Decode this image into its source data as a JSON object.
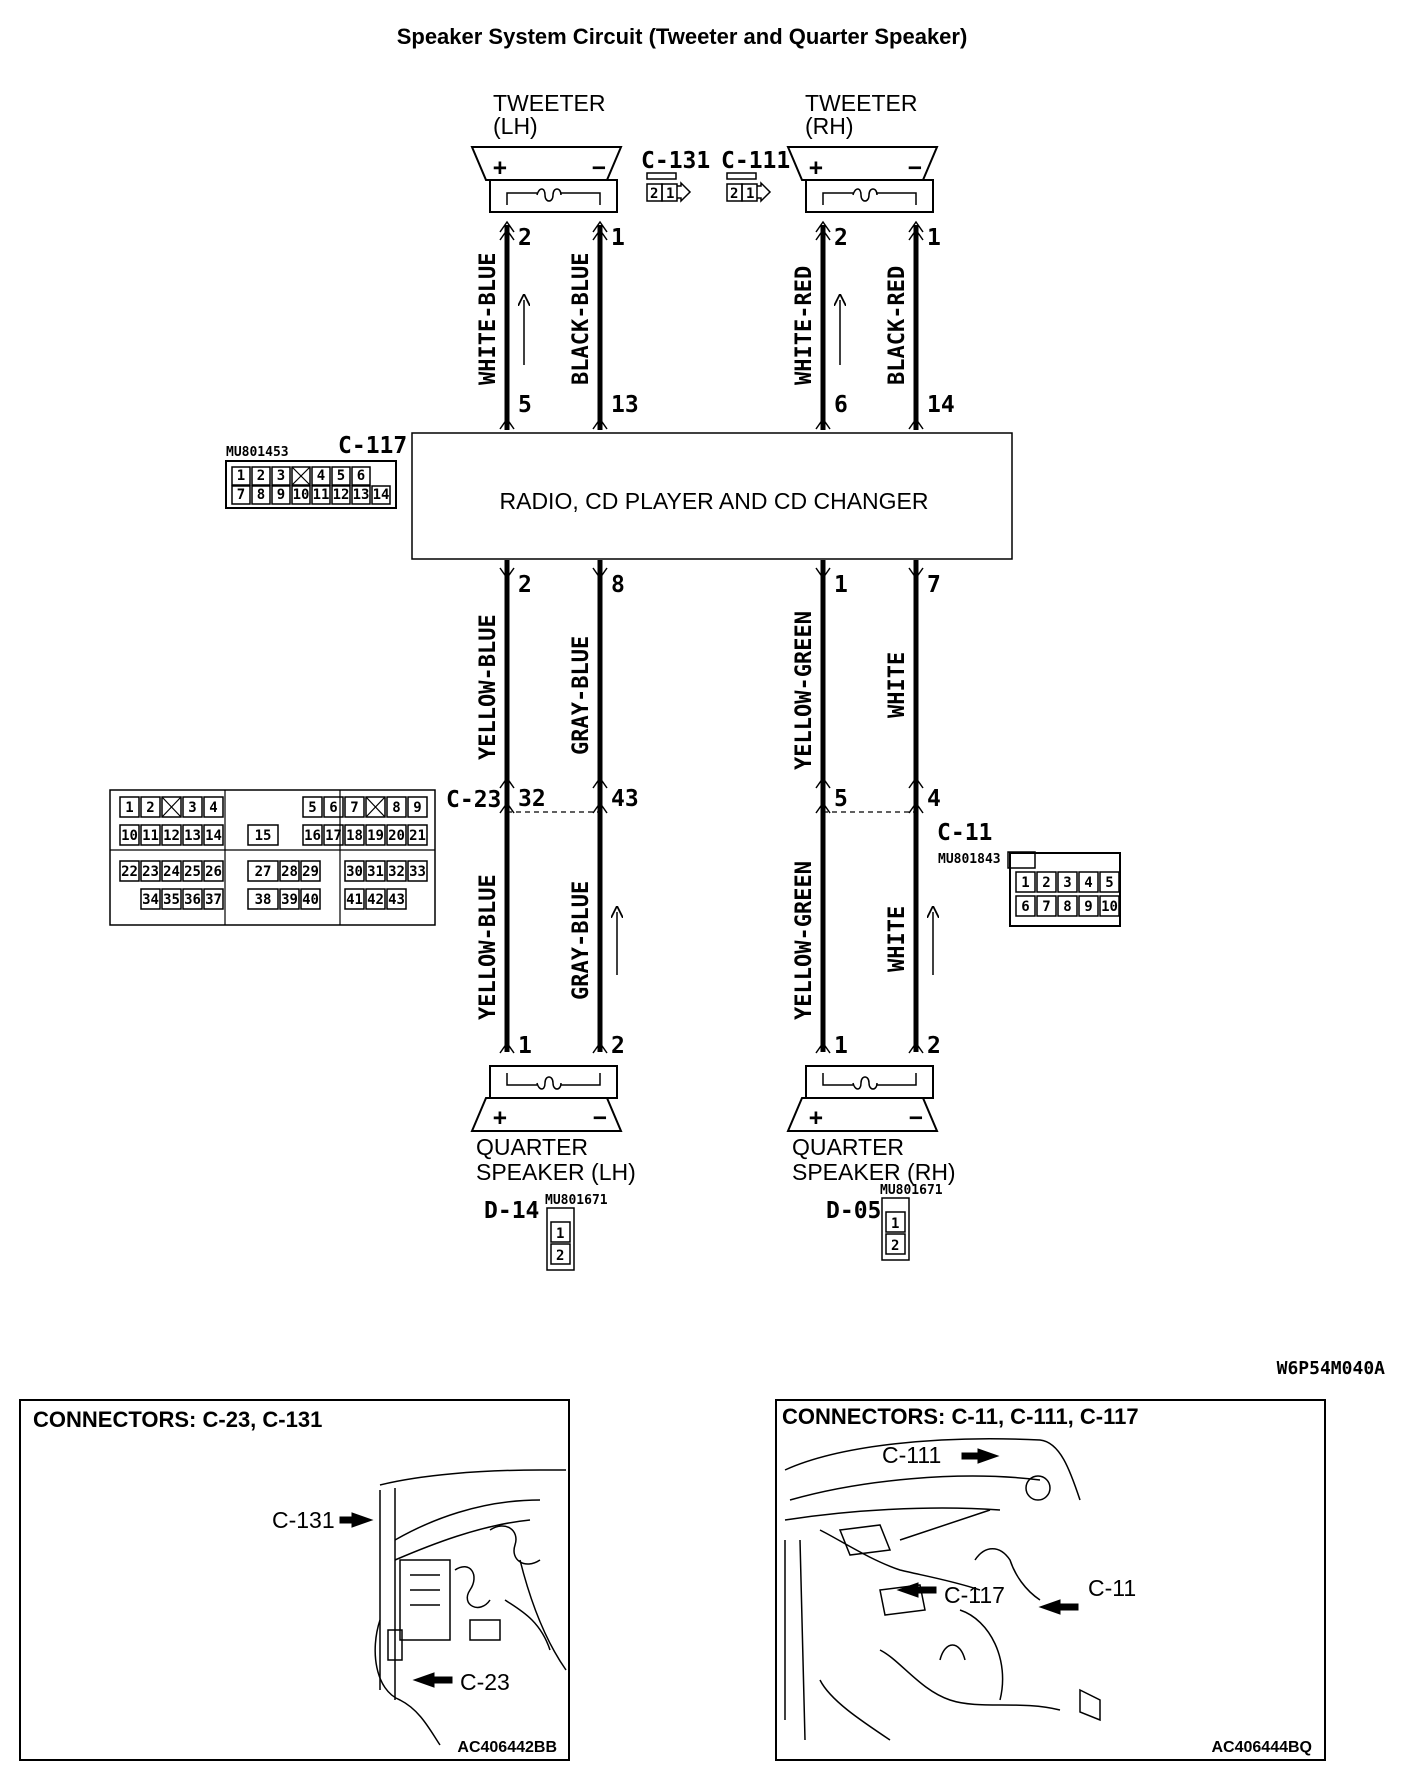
{
  "title": "Speaker System Circuit (Tweeter and Quarter Speaker)",
  "diagram_code": "W6P54M040A",
  "unit_label": "RADIO, CD PLAYER AND CD CHANGER",
  "tweeter_lh": {
    "line1": "TWEETER",
    "line2": "(LH)",
    "plus": "+",
    "minus": "−",
    "pin_plus": "2",
    "pin_minus": "1"
  },
  "tweeter_rh": {
    "line1": "TWEETER",
    "line2": "(RH)",
    "plus": "+",
    "minus": "−",
    "pin_plus": "2",
    "pin_minus": "1"
  },
  "quarter_lh": {
    "line1": "QUARTER",
    "line2": "SPEAKER (LH)",
    "plus": "+",
    "minus": "−",
    "pin_plus": "1",
    "pin_minus": "2",
    "connector": "D-14",
    "part": "MU801671",
    "cells": [
      "1",
      "2"
    ]
  },
  "quarter_rh": {
    "line1": "QUARTER",
    "line2": "SPEAKER (RH)",
    "plus": "+",
    "minus": "−",
    "pin_plus": "1",
    "pin_minus": "2",
    "connector": "D-05",
    "part": "MU801671",
    "cells": [
      "1",
      "2"
    ]
  },
  "conn_c131": {
    "label": "C-131",
    "cells": [
      "2",
      "1"
    ]
  },
  "conn_c111": {
    "label": "C-111",
    "cells": [
      "2",
      "1"
    ]
  },
  "conn_c117": {
    "label": "C-117",
    "part": "MU801453",
    "row1": [
      "1",
      "2",
      "3",
      "",
      "4",
      "5",
      "6"
    ],
    "row2": [
      "7",
      "8",
      "9",
      "10",
      "11",
      "12",
      "13",
      "14"
    ]
  },
  "conn_c23": {
    "label": "C-23",
    "row1": [
      "1",
      "2",
      "",
      "3",
      "4",
      "5",
      "6",
      "7",
      "",
      "8",
      "9"
    ],
    "row2": [
      "10",
      "11",
      "12",
      "13",
      "14",
      "15",
      "16",
      "17",
      "18",
      "19",
      "20",
      "21"
    ],
    "row3": [
      "22",
      "23",
      "24",
      "25",
      "26",
      "27",
      "28",
      "29",
      "30",
      "31",
      "32",
      "33"
    ],
    "row4": [
      "34",
      "35",
      "36",
      "37",
      "38",
      "39",
      "40",
      "41",
      "42",
      "43"
    ]
  },
  "conn_c11": {
    "label": "C-11",
    "part": "MU801843",
    "row1": [
      "1",
      "2",
      "3",
      "4",
      "5"
    ],
    "row2": [
      "6",
      "7",
      "8",
      "9",
      "10"
    ]
  },
  "wires": {
    "w1": {
      "name": "WHITE-BLUE",
      "top_pin": "2",
      "bottom_pin": "5"
    },
    "w2": {
      "name": "BLACK-BLUE",
      "top_pin": "1",
      "bottom_pin": "13"
    },
    "w3": {
      "name": "WHITE-RED",
      "top_pin": "2",
      "bottom_pin": "6"
    },
    "w4": {
      "name": "BLACK-RED",
      "top_pin": "1",
      "bottom_pin": "14"
    },
    "w5": {
      "name": "YELLOW-BLUE",
      "unit_pin": "2",
      "c_pin": "32",
      "spk_pin": "1"
    },
    "w6": {
      "name": "GRAY-BLUE",
      "unit_pin": "8",
      "c_pin": "43",
      "spk_pin": "2"
    },
    "w7": {
      "name": "YELLOW-GREEN",
      "unit_pin": "1",
      "c_pin": "5",
      "spk_pin": "1"
    },
    "w8": {
      "name": "WHITE",
      "unit_pin": "7",
      "c_pin": "4",
      "spk_pin": "2"
    }
  },
  "panel_left": {
    "title": "CONNECTORS: C-23, C-131",
    "callout1": "C-131",
    "callout2": "C-23",
    "code": "AC406442BB"
  },
  "panel_right": {
    "title": "CONNECTORS: C-11, C-111, C-117",
    "callout1": "C-111",
    "callout2": "C-117",
    "callout3": "C-11",
    "code": "AC406444BQ"
  }
}
